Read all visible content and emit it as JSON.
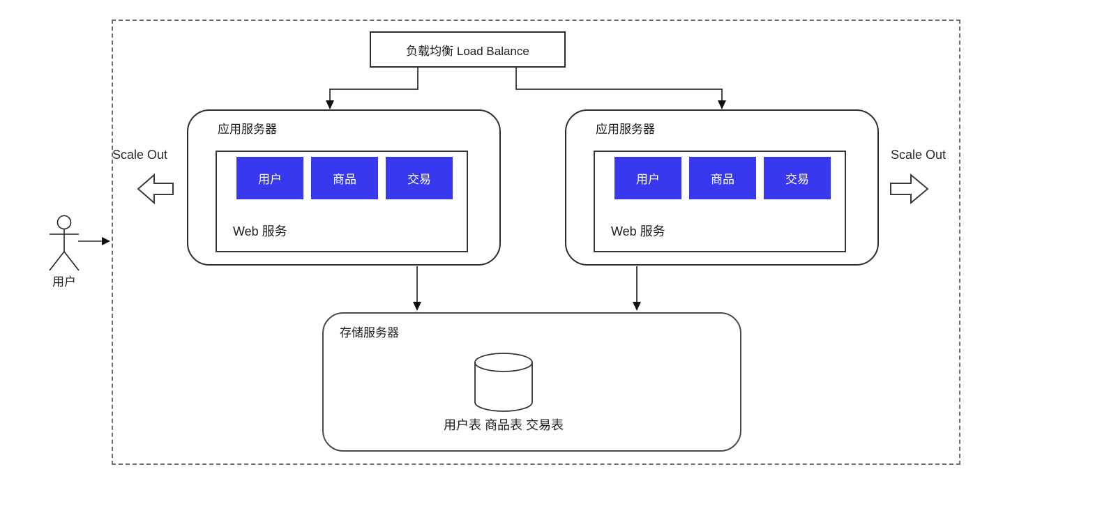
{
  "diagram": {
    "load_balancer": {
      "label": "负载均衡 Load Balance"
    },
    "scale_out": {
      "left_label": "Scale Out",
      "right_label": "Scale Out"
    },
    "user_actor": {
      "label": "用户"
    },
    "app_server_left": {
      "title": "应用服务器",
      "modules": [
        "用户",
        "商品",
        "交易"
      ],
      "web_service_label": "Web 服务"
    },
    "app_server_right": {
      "title": "应用服务器",
      "modules": [
        "用户",
        "商品",
        "交易"
      ],
      "web_service_label": "Web 服务"
    },
    "storage_server": {
      "title": "存储服务器",
      "database_label": "数据库",
      "tables_label": "用户表 商品表 交易表"
    },
    "colors": {
      "module_blue": "#3838ee",
      "line": "#333333"
    }
  }
}
